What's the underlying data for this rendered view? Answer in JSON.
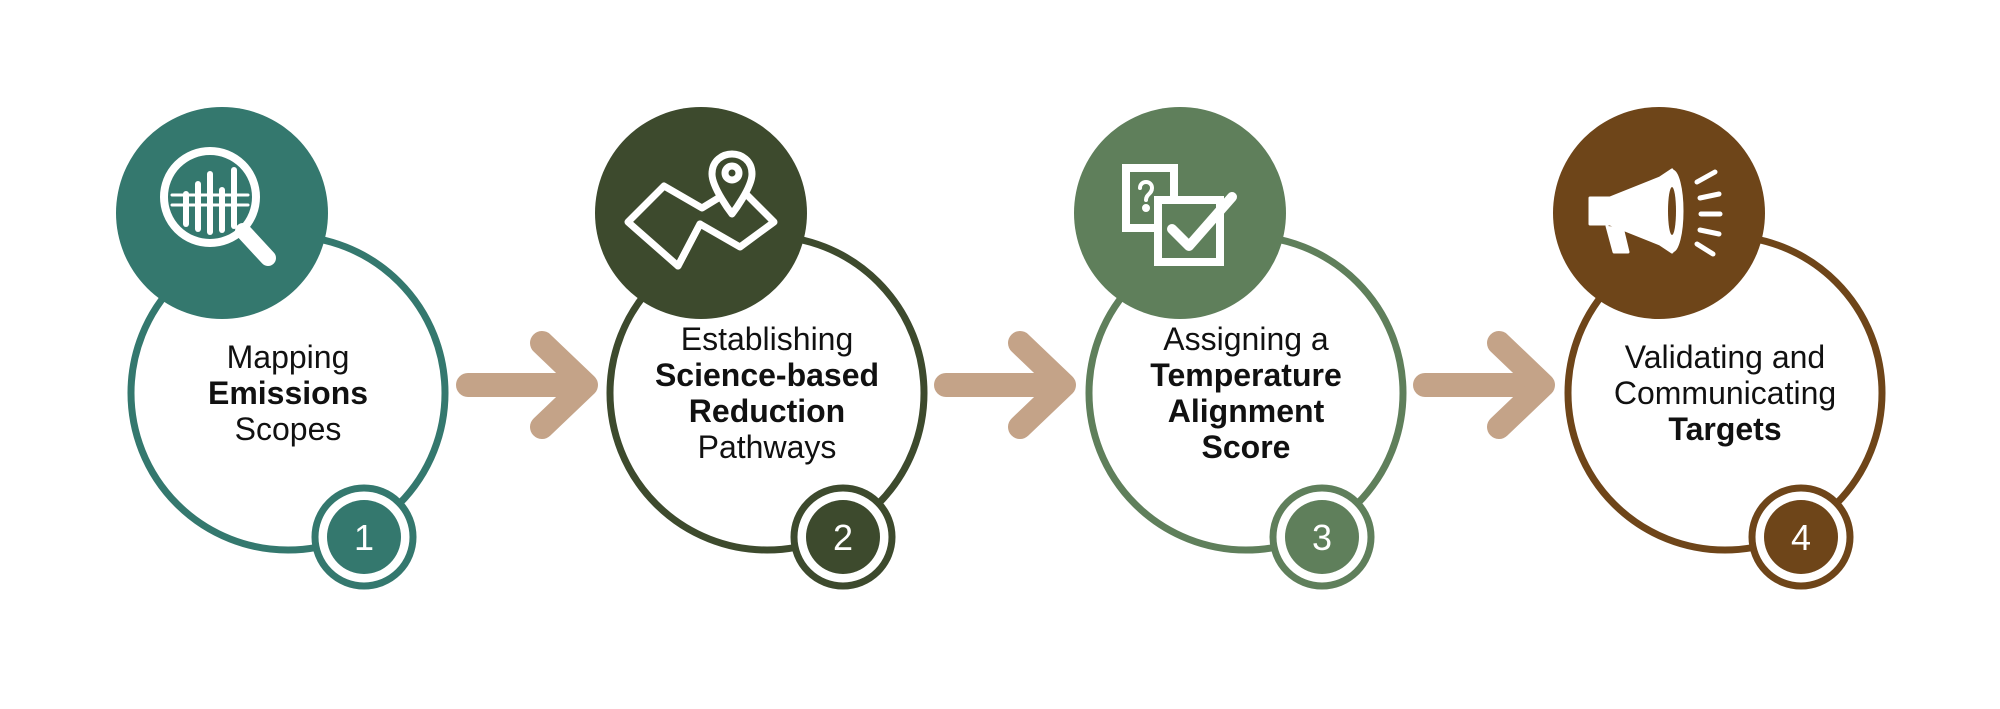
{
  "steps": [
    {
      "number": "1",
      "color": "#34786e",
      "icon": "magnifier-chart-icon",
      "lines": [
        {
          "text": "Mapping",
          "bold": false
        },
        {
          "text": "Emissions",
          "bold": true
        },
        {
          "text": "Scopes",
          "bold": false
        }
      ]
    },
    {
      "number": "2",
      "color": "#3d4a2d",
      "icon": "map-pin-icon",
      "lines": [
        {
          "text": "Establishing",
          "bold": false
        },
        {
          "text": "Science-based",
          "bold": true
        },
        {
          "text": "Reduction",
          "bold": true
        },
        {
          "text": "Pathways",
          "bold": false
        }
      ]
    },
    {
      "number": "3",
      "color": "#5f7f5b",
      "icon": "checklist-icon",
      "lines": [
        {
          "text": "Assigning a",
          "bold": false
        },
        {
          "text": "Temperature",
          "bold": true
        },
        {
          "text": "Alignment",
          "bold": true
        },
        {
          "text": "Score",
          "bold": true
        }
      ]
    },
    {
      "number": "4",
      "color": "#6e4519",
      "icon": "megaphone-icon",
      "lines": [
        {
          "text": "Validating and",
          "bold": false
        },
        {
          "text": "Communicating",
          "bold": false
        },
        {
          "text": "Targets",
          "bold": true
        }
      ]
    }
  ],
  "arrow_color": "#c4a388"
}
